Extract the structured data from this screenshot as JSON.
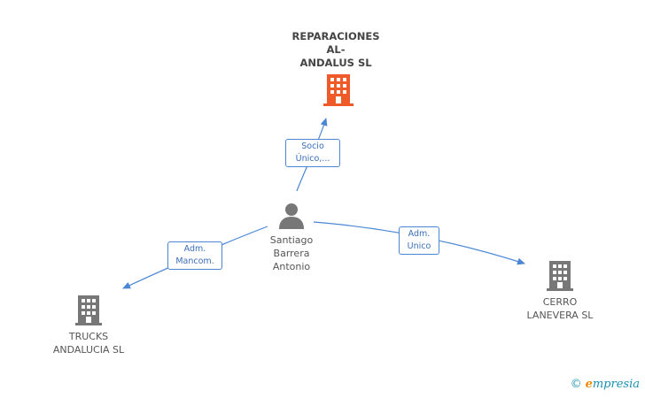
{
  "nodes": {
    "reparaciones": {
      "label": "REPARACIONES\nAL-\nANDALUS SL",
      "icon": "building-icon",
      "color": "#f05a28"
    },
    "santiago": {
      "label": "Santiago\nBarrera\nAntonio",
      "icon": "person-icon",
      "color": "#777777"
    },
    "trucks": {
      "label": "TRUCKS\nANDALUCIA SL",
      "icon": "building-icon",
      "color": "#777777"
    },
    "cerro": {
      "label": "CERRO\nLANEVERA SL",
      "icon": "building-icon",
      "color": "#777777"
    }
  },
  "edges": {
    "socio": {
      "label": "Socio\nÚnico,..."
    },
    "adm_mancom": {
      "label": "Adm.\nMancom."
    },
    "adm_unico": {
      "label": "Adm.\nUnico"
    }
  },
  "colors": {
    "edge": "#4a86d4",
    "accent": "#f05a28",
    "neutral": "#777777"
  },
  "brand": {
    "copyright": "©",
    "e": "e",
    "rest": "mpresia"
  }
}
